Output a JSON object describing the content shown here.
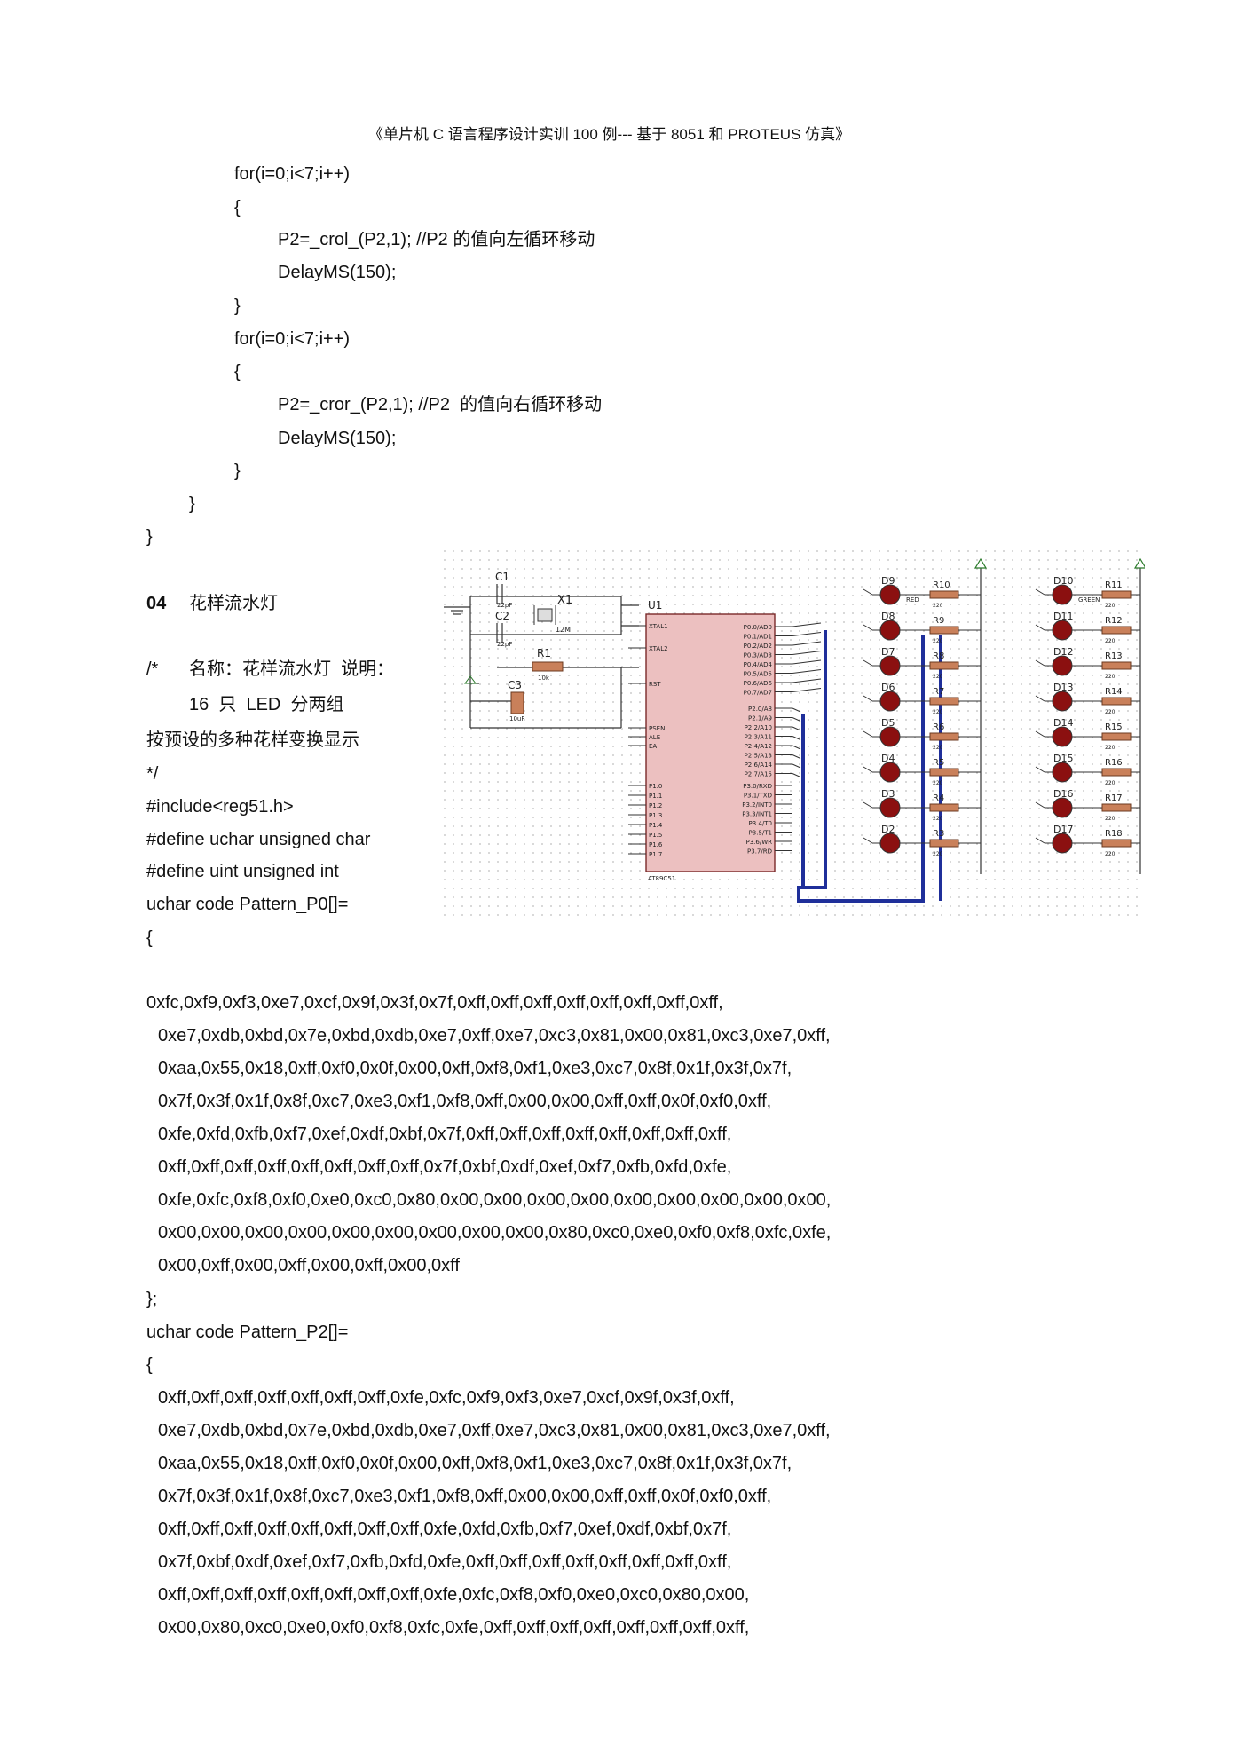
{
  "header": "《单片机 C 语言程序设计实训 100 例--- 基于 8051 和 PROTEUS 仿真》",
  "code_top": [
    "for(i=0;i<7;i++)",
    "{",
    "P2=_crol_(P2,1); //P2 的值向左循环移动",
    "DelayMS(150);",
    "}",
    "for(i=0;i<7;i++)",
    "{",
    "P2=_cror_(P2,1); //P2  的值向右循环移动",
    "DelayMS(150);",
    "}",
    "}",
    "}"
  ],
  "section": {
    "number": "04",
    "title": "花样流水灯"
  },
  "comment": [
    "/*",
    "名称：花样流水灯  说明：",
    "16  只  LED  分两组",
    "按预设的多种花样变换显示",
    "*/"
  ],
  "defines": [
    "#include<reg51.h>",
    "#define uchar unsigned char",
    "#define uint unsigned int",
    "uchar code Pattern_P0[]=",
    "{"
  ],
  "pattern_p0_lines": [
    "0xfc,0xf9,0xf3,0xe7,0xcf,0x9f,0x3f,0x7f,0xff,0xff,0xff,0xff,0xff,0xff,0xff,0xff,",
    "0xe7,0xdb,0xbd,0x7e,0xbd,0xdb,0xe7,0xff,0xe7,0xc3,0x81,0x00,0x81,0xc3,0xe7,0xff,",
    "0xaa,0x55,0x18,0xff,0xf0,0x0f,0x00,0xff,0xf8,0xf1,0xe3,0xc7,0x8f,0x1f,0x3f,0x7f,",
    "0x7f,0x3f,0x1f,0x8f,0xc7,0xe3,0xf1,0xf8,0xff,0x00,0x00,0xff,0xff,0x0f,0xf0,0xff,",
    "0xfe,0xfd,0xfb,0xf7,0xef,0xdf,0xbf,0x7f,0xff,0xff,0xff,0xff,0xff,0xff,0xff,0xff,",
    "0xff,0xff,0xff,0xff,0xff,0xff,0xff,0xff,0x7f,0xbf,0xdf,0xef,0xf7,0xfb,0xfd,0xfe,",
    "0xfe,0xfc,0xf8,0xf0,0xe0,0xc0,0x80,0x00,0x00,0x00,0x00,0x00,0x00,0x00,0x00,0x00,",
    "0x00,0x00,0x00,0x00,0x00,0x00,0x00,0x00,0x00,0x80,0xc0,0xe0,0xf0,0xf8,0xfc,0xfe,",
    "0x00,0xff,0x00,0xff,0x00,0xff,0x00,0xff"
  ],
  "p0_close": "};",
  "p2_decl": "uchar code Pattern_P2[]=",
  "p2_open": "{",
  "pattern_p2_lines": [
    "0xff,0xff,0xff,0xff,0xff,0xff,0xff,0xfe,0xfc,0xf9,0xf3,0xe7,0xcf,0x9f,0x3f,0xff,",
    "0xe7,0xdb,0xbd,0x7e,0xbd,0xdb,0xe7,0xff,0xe7,0xc3,0x81,0x00,0x81,0xc3,0xe7,0xff,",
    "0xaa,0x55,0x18,0xff,0xf0,0x0f,0x00,0xff,0xf8,0xf1,0xe3,0xc7,0x8f,0x1f,0x3f,0x7f,",
    "0x7f,0x3f,0x1f,0x8f,0xc7,0xe3,0xf1,0xf8,0xff,0x00,0x00,0xff,0xff,0x0f,0xf0,0xff,",
    "0xff,0xff,0xff,0xff,0xff,0xff,0xff,0xff,0xfe,0xfd,0xfb,0xf7,0xef,0xdf,0xbf,0x7f,",
    "0x7f,0xbf,0xdf,0xef,0xf7,0xfb,0xfd,0xfe,0xff,0xff,0xff,0xff,0xff,0xff,0xff,0xff,",
    "0xff,0xff,0xff,0xff,0xff,0xff,0xff,0xff,0xfe,0xfc,0xf8,0xf0,0xe0,0xc0,0x80,0x00,",
    "0x00,0x80,0xc0,0xe0,0xf0,0xf8,0xfc,0xfe,0xff,0xff,0xff,0xff,0xff,0xff,0xff,0xff,"
  ],
  "schematic": {
    "chip_name": "U1",
    "chip_part": "AT89C51",
    "left_pins": [
      "XTAL1",
      "XTAL2",
      "RST",
      "PSEN",
      "ALE",
      "EA"
    ],
    "p1_pins": [
      "P1.0",
      "P1.1",
      "P1.2",
      "P1.3",
      "P1.4",
      "P1.5",
      "P1.6",
      "P1.7"
    ],
    "p0_pins": [
      "P0.0/AD0",
      "P0.1/AD1",
      "P0.2/AD2",
      "P0.3/AD3",
      "P0.4/AD4",
      "P0.5/AD5",
      "P0.6/AD6",
      "P0.7/AD7"
    ],
    "p2_pins": [
      "P2.0/A8",
      "P2.1/A9",
      "P2.2/A10",
      "P2.3/A11",
      "P2.4/A12",
      "P2.5/A13",
      "P2.6/A14",
      "P2.7/A15"
    ],
    "p3_pins": [
      "P3.0/RXD",
      "P3.1/TXD",
      "P3.2/INT0",
      "P3.3/INT1",
      "P3.4/T0",
      "P3.5/T1",
      "P3.6/WR",
      "P3.7/RD"
    ],
    "parts": {
      "c1": "C1",
      "c1_val": "22pF",
      "c2": "C2",
      "c2_val": "22pF",
      "x1": "X1",
      "x1_val": "12M",
      "r1": "R1",
      "r1_val": "10k",
      "c3": "C3",
      "c3_val": "10uF"
    },
    "leds_left": [
      "D9",
      "D8",
      "D7",
      "D6",
      "D5",
      "D4",
      "D3",
      "D2"
    ],
    "res_left": [
      "R10",
      "R9",
      "R8",
      "R7",
      "R6",
      "R5",
      "R4",
      "R3"
    ],
    "leds_right": [
      "D10",
      "D11",
      "D12",
      "D13",
      "D14",
      "D15",
      "D16",
      "D17"
    ],
    "res_right": [
      "R11",
      "R12",
      "R13",
      "R14",
      "R15",
      "R16",
      "R17",
      "R18"
    ],
    "res_value": "220",
    "color_red": "RED",
    "color_green": "GREEN",
    "led_color": "#8b1010",
    "bus_color": "#1f2f9a",
    "resistor_color": "#c9805a",
    "chip_fill": "#ecc0c0"
  }
}
